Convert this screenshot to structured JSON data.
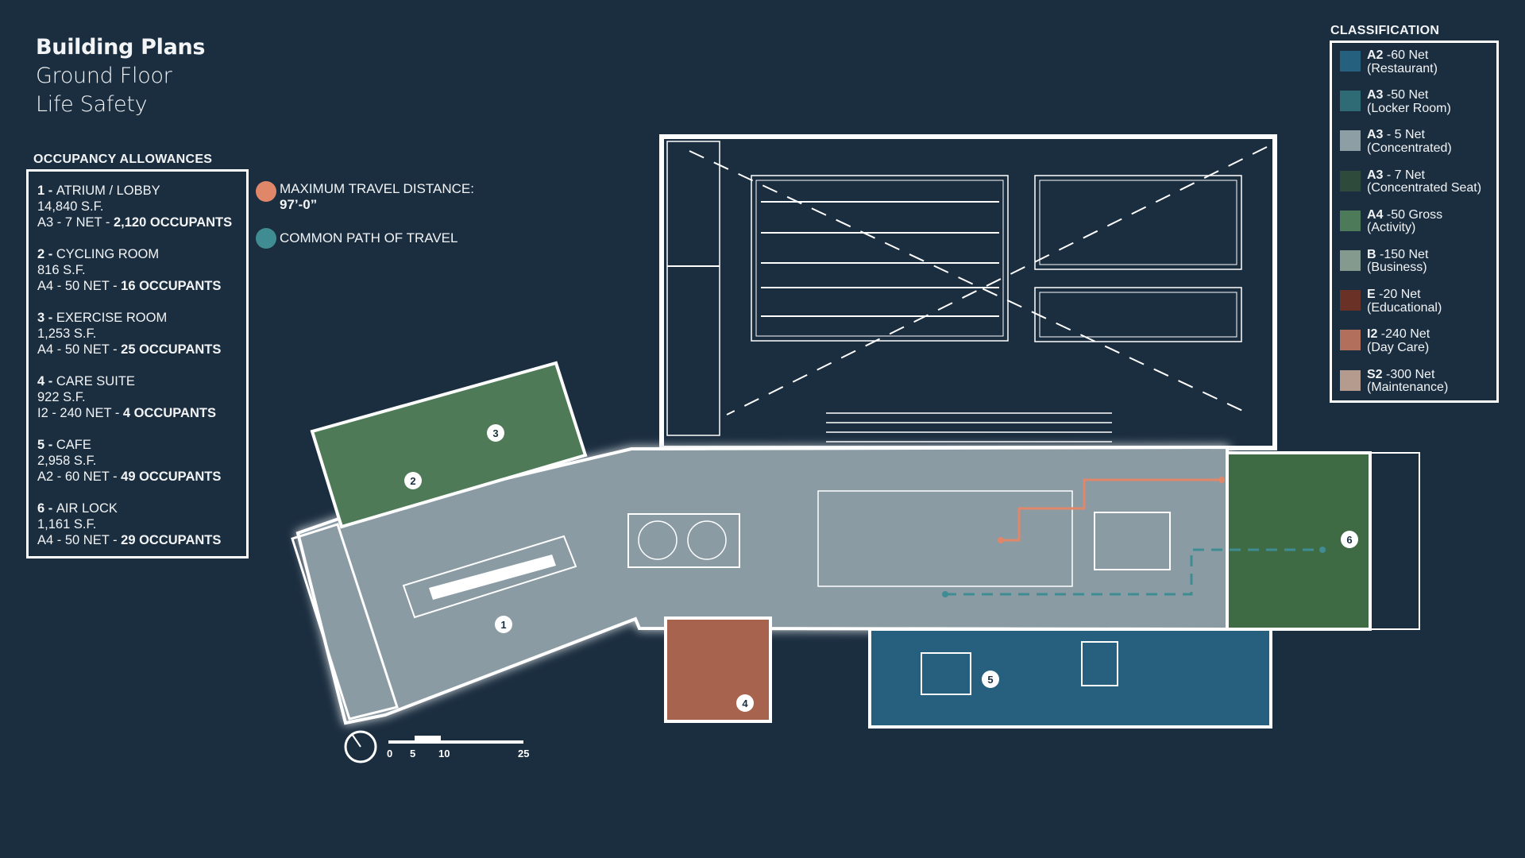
{
  "title": {
    "line1": "Building Plans",
    "line2": "Ground Floor",
    "line3": "Life Safety"
  },
  "occupancy": {
    "heading": "OCCUPANCY ALLOWANCES",
    "items": [
      {
        "num": "1",
        "name": "ATRIUM / LOBBY",
        "area": "14,840 S.F.",
        "code": "A3 - 7 NET",
        "occupants": "2,120 OCCUPANTS"
      },
      {
        "num": "2",
        "name": "CYCLING ROOM",
        "area": "816 S.F.",
        "code": "A4 - 50 NET",
        "occupants": "16 OCCUPANTS"
      },
      {
        "num": "3",
        "name": "EXERCISE ROOM",
        "area": "1,253 S.F.",
        "code": "A4 - 50 NET",
        "occupants": "25 OCCUPANTS"
      },
      {
        "num": "4",
        "name": "CARE SUITE",
        "area": "922 S.F.",
        "code": "I2 - 240 NET",
        "occupants": "4 OCCUPANTS"
      },
      {
        "num": "5",
        "name": "CAFE",
        "area": "2,958 S.F.",
        "code": "A2 - 60 NET",
        "occupants": "49 OCCUPANTS"
      },
      {
        "num": "6",
        "name": "AIR LOCK",
        "area": "1,161 S.F.",
        "code": "A4 - 50 NET",
        "occupants": "29 OCCUPANTS"
      }
    ]
  },
  "legend": {
    "travel_distance": {
      "label": "MAXIMUM TRAVEL DISTANCE:",
      "value": "97’-0”",
      "color": "#e0876a"
    },
    "common_path": {
      "label": "COMMON PATH OF TRAVEL",
      "color": "#3f8c93"
    }
  },
  "classification": {
    "heading": "CLASSIFICATION",
    "items": [
      {
        "code": "A2",
        "rate": "-60 Net",
        "desc": "(Restaurant)",
        "color": "#26607f"
      },
      {
        "code": "A3",
        "rate": "-50 Net",
        "desc": "(Locker Room)",
        "color": "#2f6b74"
      },
      {
        "code": "A3",
        "rate": "- 5 Net",
        "desc": "(Concentrated)",
        "color": "#8e9ea5"
      },
      {
        "code": "A3",
        "rate": "- 7 Net",
        "desc": "(Concentrated Seat)",
        "color": "#2d4a3b"
      },
      {
        "code": "A4",
        "rate": "-50 Gross",
        "desc": "(Activity)",
        "color": "#4d7a58"
      },
      {
        "code": "B",
        "rate": "-150 Net",
        "desc": "(Business)",
        "color": "#859a8f"
      },
      {
        "code": "E",
        "rate": "-20 Net",
        "desc": "(Educational)",
        "color": "#6a3226"
      },
      {
        "code": "I2",
        "rate": "-240 Net",
        "desc": "(Day Care)",
        "color": "#b16f5c"
      },
      {
        "code": "S2",
        "rate": "-300 Net",
        "desc": "(Maintenance)",
        "color": "#b49b8d"
      }
    ]
  },
  "scale": {
    "ticks": [
      "0",
      "5",
      "10",
      "25"
    ]
  },
  "room_tags": [
    "1",
    "2",
    "3",
    "4",
    "5",
    "6"
  ],
  "colors": {
    "background": "#1b2e40",
    "atrium": "#8a9ba4",
    "exercise": "#4e7a57",
    "care_suite": "#a8634f",
    "cafe": "#27607f",
    "air_lock": "#3e6a44"
  }
}
